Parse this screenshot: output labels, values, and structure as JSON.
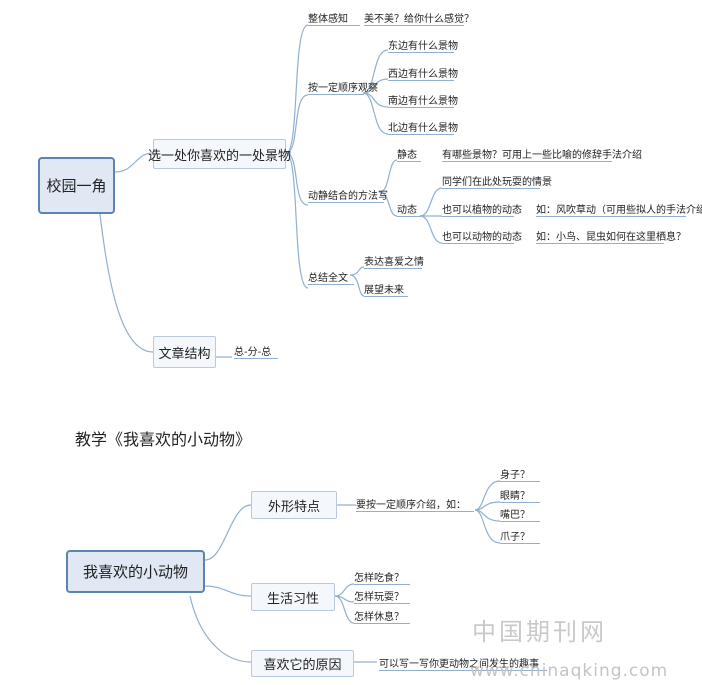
{
  "map1": {
    "root": "校园一角",
    "branch1": {
      "label": "选一处你喜欢的一处景物",
      "overall": {
        "label": "整体感知",
        "note": "美不美？给你什么感觉？"
      },
      "order": {
        "label": "按一定顺序观察",
        "items": [
          "东边有什么景物",
          "西边有什么景物",
          "南边有什么景物",
          "北边有什么景物"
        ]
      },
      "method": {
        "label": "动静结合的方法写",
        "static": {
          "label": "静态",
          "note": "有哪些景物？可用上一些比喻的修辞手法介绍"
        },
        "dynamic": {
          "label": "动态",
          "items": [
            {
              "text": "同学们在此处玩耍的情景"
            },
            {
              "text": "也可以植物的动态",
              "note": "如：风吹草动（可用些拟人的手法介绍）"
            },
            {
              "text": "也可以动物的动态",
              "note": "如：小鸟、昆虫如何在这里栖息？"
            }
          ]
        }
      },
      "summary": {
        "label": "总结全文",
        "items": [
          "表达喜爱之情",
          "展望未来"
        ]
      }
    },
    "branch2": {
      "label": "文章结构",
      "note": "总-分-总"
    }
  },
  "heading": "教学《我喜欢的小动物》",
  "map2": {
    "root": "我喜欢的小动物",
    "appearance": {
      "label": "外形特点",
      "note": "要按一定顺序介绍，如：",
      "items": [
        "身子？",
        "眼睛？",
        "嘴巴？",
        "爪子？"
      ]
    },
    "habits": {
      "label": "生活习性",
      "items": [
        "怎样吃食？",
        "怎样玩耍？",
        "怎样休息？"
      ]
    },
    "reason": {
      "label": "喜欢它的原因",
      "note": "可以写一写你更动物之间发生的趣事"
    }
  },
  "watermark": {
    "cn": "中国期刊网",
    "url": "www.chinaqking.com"
  },
  "colors": {
    "line": "#8fb0d0",
    "root_border": "#5b84b1",
    "root_fill": "#dfe8f3",
    "box_fill": "#f4f7fb"
  }
}
